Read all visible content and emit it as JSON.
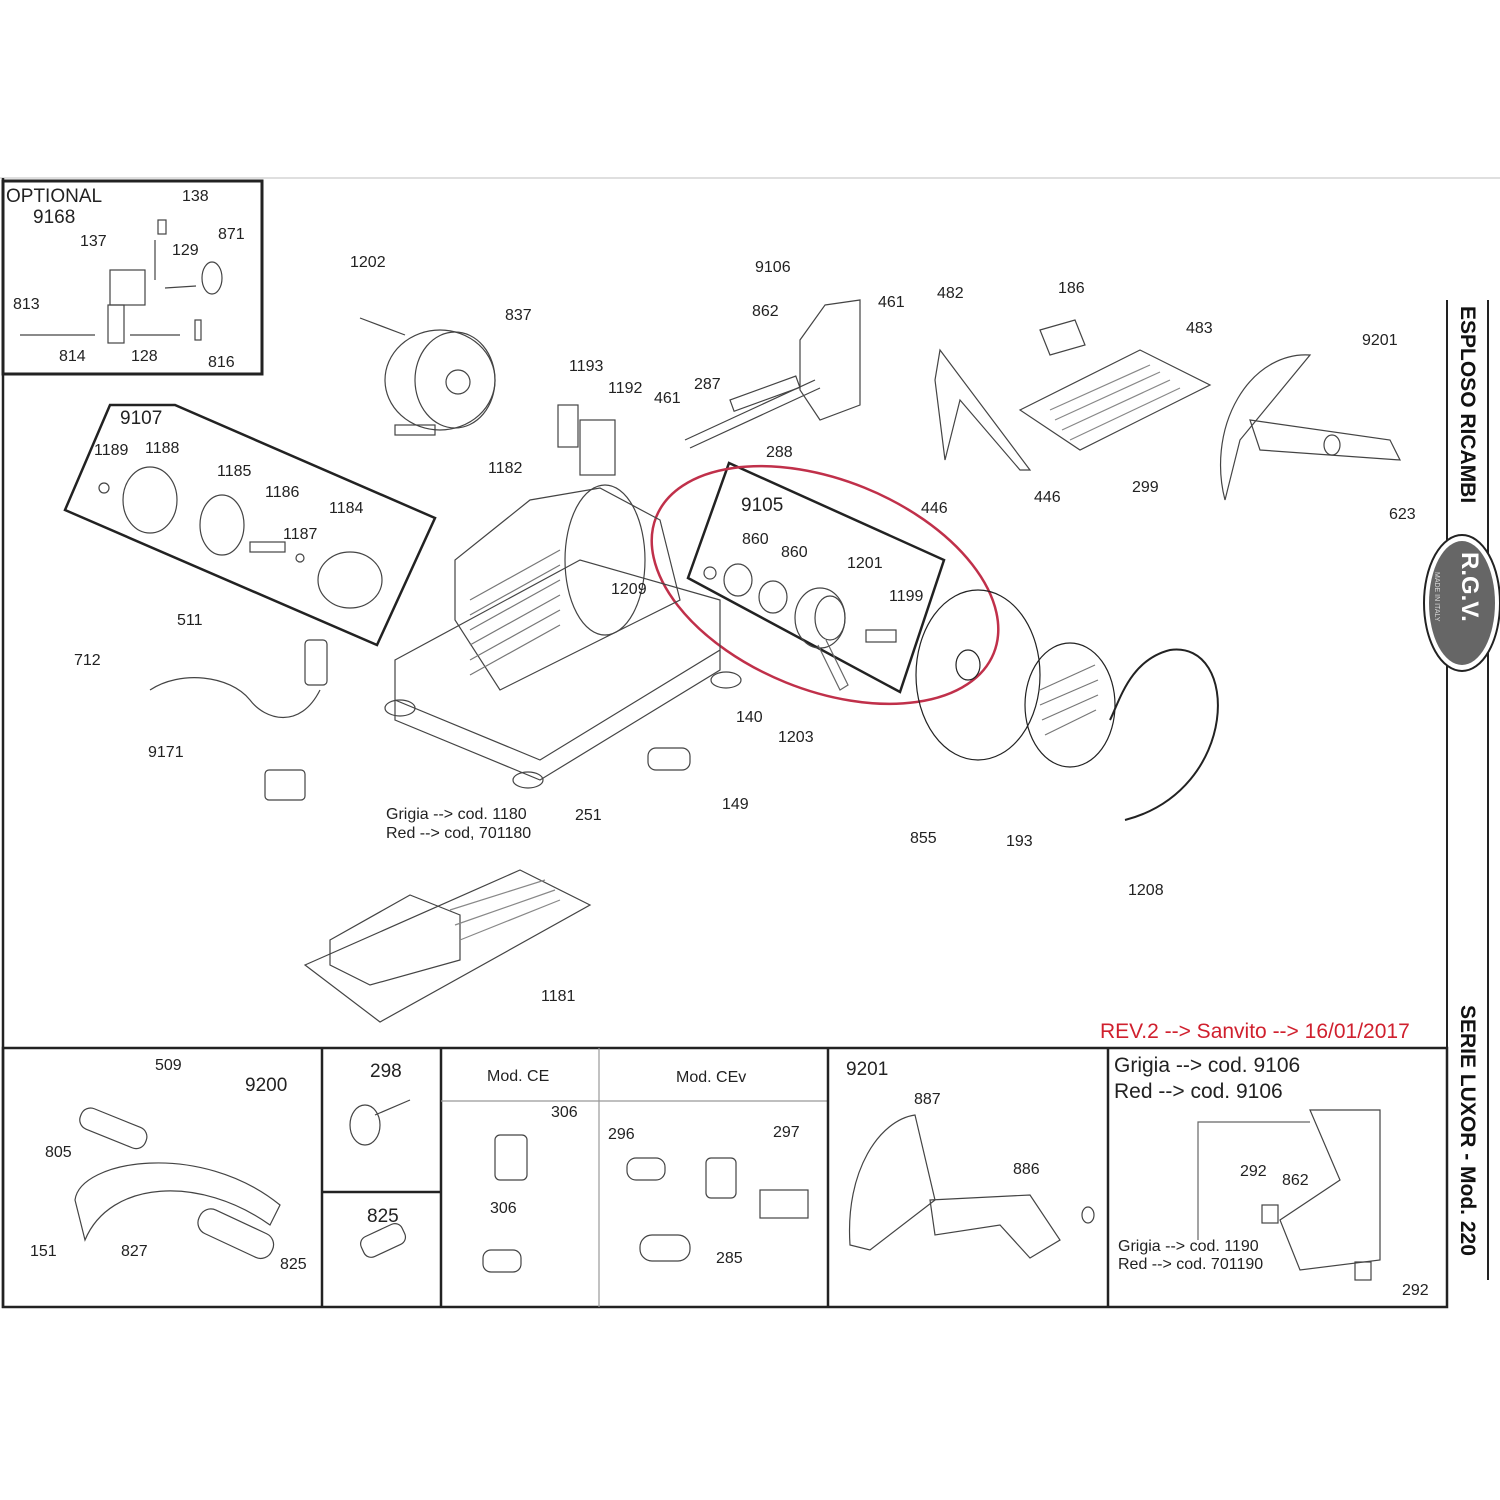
{
  "sidebar": {
    "title_top": "ESPLOSO RICAMBI",
    "logo": "R.G.V.",
    "logo_sub": "MADE IN ITALY",
    "title_bottom": "SERIE LUXOR - Mod. 220"
  },
  "revision": "REV.2 --> Sanvito --> 16/01/2017",
  "colors": {
    "highlight": "#c0304a",
    "revision": "#d0202e",
    "line": "#222222"
  },
  "optional_box": {
    "title": "OPTIONAL",
    "code": "9168",
    "parts": [
      "138",
      "137",
      "129",
      "871",
      "813",
      "814",
      "128",
      "816"
    ]
  },
  "group_9107": {
    "code": "9107",
    "parts": [
      "1189",
      "1188",
      "1185",
      "1186",
      "1184",
      "1187"
    ]
  },
  "group_9105": {
    "code": "9105",
    "parts": [
      "860",
      "860",
      "1201",
      "1199"
    ]
  },
  "main_parts": [
    "1202",
    "837",
    "9106",
    "862",
    "461",
    "482",
    "186",
    "483",
    "9201",
    "1193",
    "1192",
    "461",
    "287",
    "288",
    "1182",
    "446",
    "446",
    "299",
    "623",
    "1209",
    "511",
    "712",
    "9171",
    "140",
    "1203",
    "149",
    "251",
    "855",
    "193",
    "1208",
    "1181"
  ],
  "base_note": [
    "Grigia --> cod. 1180",
    "Red --> cod, 701180"
  ],
  "panels": {
    "p9200": {
      "code": "9200",
      "parts": [
        "509",
        "805",
        "151",
        "827",
        "825"
      ]
    },
    "p298": {
      "code": "298"
    },
    "p825": {
      "code": "825"
    },
    "mod_ce": {
      "title": "Mod. CE",
      "parts": [
        "306",
        "306"
      ]
    },
    "mod_cev": {
      "title": "Mod. CEv",
      "parts": [
        "296",
        "297",
        "285"
      ]
    },
    "p9201": {
      "code": "9201",
      "parts": [
        "887",
        "886"
      ]
    },
    "p9106": {
      "heading": [
        "Grigia --> cod. 9106",
        "Red --> cod. 9106"
      ],
      "parts": [
        "292",
        "862",
        "292"
      ],
      "note": [
        "Grigia --> cod. 1190",
        "Red --> cod. 701190"
      ]
    }
  }
}
